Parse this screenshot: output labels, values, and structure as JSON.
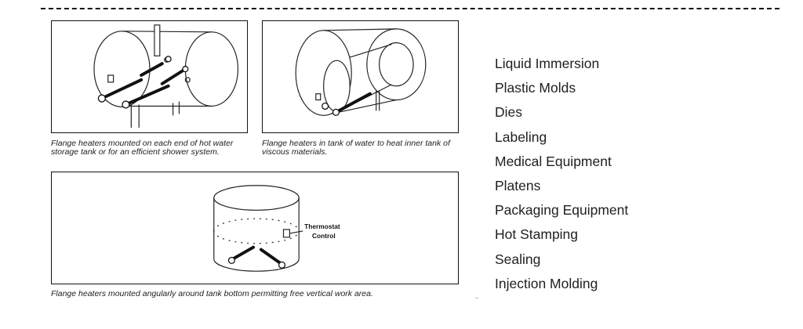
{
  "figures": [
    {
      "id": "fig-1",
      "caption": "Flange heaters mounted on each end of hot water storage tank or for an efficient shower system."
    },
    {
      "id": "fig-2",
      "caption": "Flange heaters in tank of water to heat inner tank of viscous materials."
    },
    {
      "id": "fig-3",
      "caption": "Flange heaters mounted angularly around tank bottom permitting free vertical work area.",
      "label_line1": "Thermostat",
      "label_line2": "Control"
    }
  ],
  "applications": [
    "Liquid Immersion",
    "Plastic Molds",
    "Dies",
    "Labeling",
    "Medical Equipment",
    "Platens",
    "Packaging Equipment",
    "Hot Stamping",
    "Sealing",
    "Injection Molding"
  ]
}
